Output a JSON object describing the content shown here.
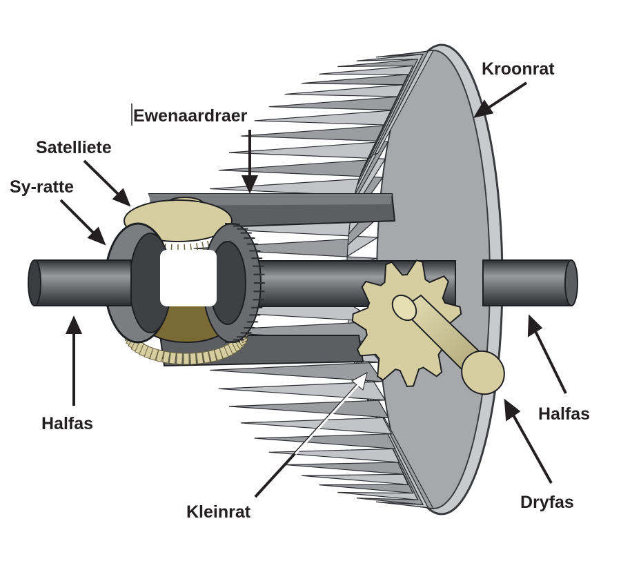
{
  "labels": {
    "crown_gear": "Kroonrat",
    "carrier": "Ewenaardraer",
    "planets": "Satelliete",
    "side_gears": "Sy-ratte",
    "left_half_shaft": "Halfas",
    "right_half_shaft": "Halfas",
    "pinion": "Kleinrat",
    "drive_shaft": "Dryfas"
  },
  "colors": {
    "steel_dark": "#3f4044",
    "steel_mid": "#7c7d81",
    "steel_light": "#b4b5b8",
    "brass": "#d6cea1",
    "brass_dark": "#a8a070",
    "brass_shadow": "#7a6a35",
    "text": "#231f20"
  }
}
